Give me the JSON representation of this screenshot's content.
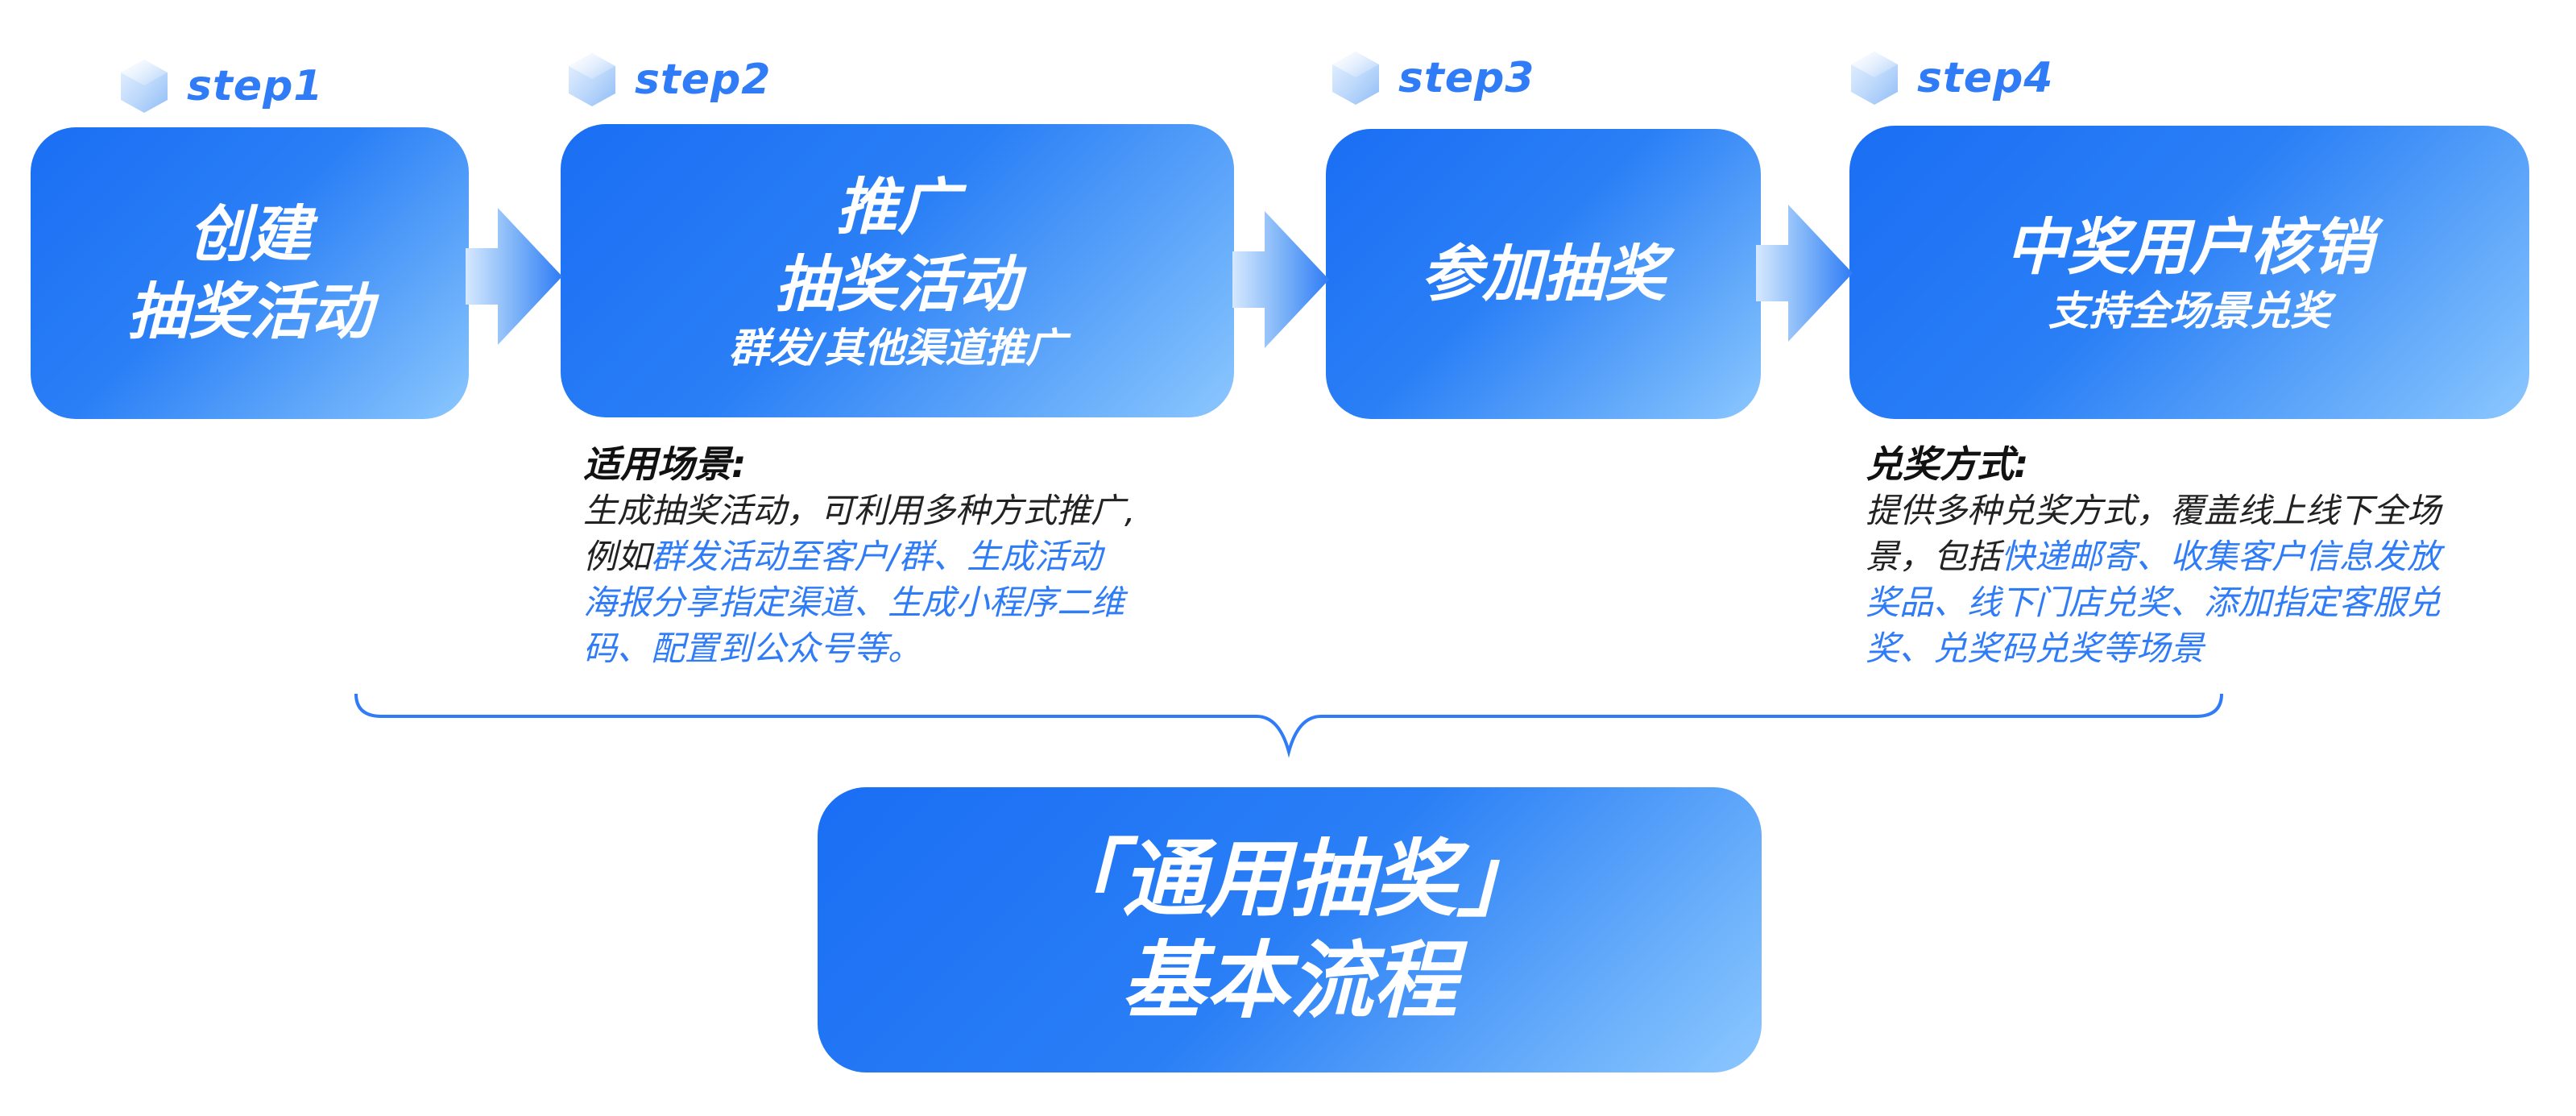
{
  "steps": [
    {
      "label": "step1",
      "title": "创建\n抽奖活动",
      "subtitle": ""
    },
    {
      "label": "step2",
      "title": "推广\n抽奖活动",
      "subtitle": "群发/其他渠道推广"
    },
    {
      "label": "step3",
      "title": "参加抽奖",
      "subtitle": ""
    },
    {
      "label": "step4",
      "title": "中奖用户核销",
      "subtitle": "支持全场景兑奖"
    }
  ],
  "notes": {
    "scenario": {
      "heading": "适用场景:",
      "lines": [
        [
          {
            "text": "生成抽奖活动，可利用多种方式推广,",
            "hl": false
          }
        ],
        [
          {
            "text": "例如",
            "hl": false
          },
          {
            "text": "群发活动至客户/群、生成活动",
            "hl": true
          }
        ],
        [
          {
            "text": "海报分享指定渠道、生成小程序二维",
            "hl": true
          }
        ],
        [
          {
            "text": "码、配置到公众号等。",
            "hl": true
          }
        ]
      ]
    },
    "redeem": {
      "heading": "兑奖方式:",
      "lines": [
        [
          {
            "text": "提供多种兑奖方式，覆盖线上线下全场",
            "hl": false
          }
        ],
        [
          {
            "text": "景，包括",
            "hl": false
          },
          {
            "text": "快递邮寄、收集客户信息发放",
            "hl": true
          }
        ],
        [
          {
            "text": "奖品、线下门店兑奖、添加指定客服兑",
            "hl": true
          }
        ],
        [
          {
            "text": "奖、兑奖码兑奖等场景",
            "hl": true
          }
        ]
      ]
    }
  },
  "main": {
    "title_line1": "「通用抽奖」",
    "title_line2": "基本流程"
  },
  "colors": {
    "accent": "#2f7cf6",
    "card_start": "#1a6ef4",
    "card_end": "#8cc7ff"
  }
}
